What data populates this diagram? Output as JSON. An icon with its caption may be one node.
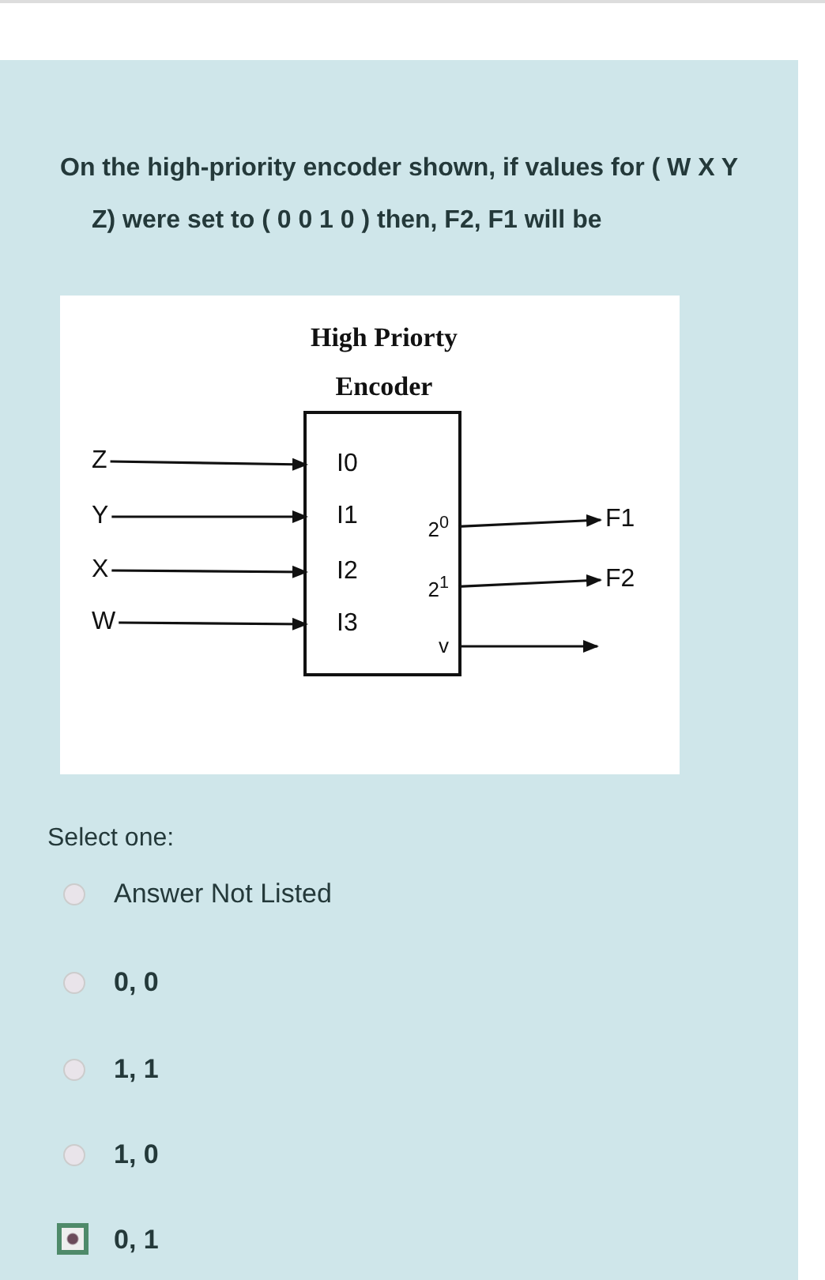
{
  "diagram": {
    "title": "On the high-priority encoder shown, if values for ( W X Y Z) were set to ( 0 0 1 0 ) then, F2, F1 will be",
    "nodes": [
      {
        "text": [
          "High Priorty Encoder"
        ]
      },
      {
        "text": [
          "I0"
        ],
        "in": 0
      },
      {
        "text": [
          "I1"
        ],
        "in": 0
      },
      {
        "text": [
          "I2"
        ],
        "in": 0
      },
      {
        "text": [
          "I3"
        ],
        "in": 0
      },
      {
        "text": [
          "2$^{0}$"
        ],
        "in": 0
      },
      {
        "text": [
          "2$^{1}$"
        ],
        "in": 0
      },
      {
        "text": [
          "v"
        ],
        "in": 0
      },
      {
        "text": [
          "Z"
        ]
      },
      {
        "text": [
          "Y"
        ]
      },
      {
        "text": [
          "X"
        ]
      },
      {
        "text": [
          "W"
        ]
      },
      {
        "text": [
          "F1"
        ]
      },
      {
        "text": [
          "F2"
        ]
      }
    ],
    "edges": [
      {
        "from": 8,
        "to": 1,
        "arrow": "to"
      },
      {
        "from": 9,
        "to": 2,
        "arrow": "to"
      },
      {
        "from": 10,
        "to": 3,
        "arrow": "to"
      },
      {
        "from": 11,
        "to": 4,
        "arrow": "to"
      },
      {
        "from": 5,
        "to": 12,
        "arrow": "to"
      },
      {
        "from": 6,
        "to": 13,
        "arrow": "to"
      },
      {
        "from": 7,
        "to": null,
        "arrow": "to"
      }
    ],
    "labels": [
      "Select one:",
      "Answer Not Listed",
      "0, 0",
      "1, 1",
      "1, 0",
      "0, 1"
    ]
  }
}
